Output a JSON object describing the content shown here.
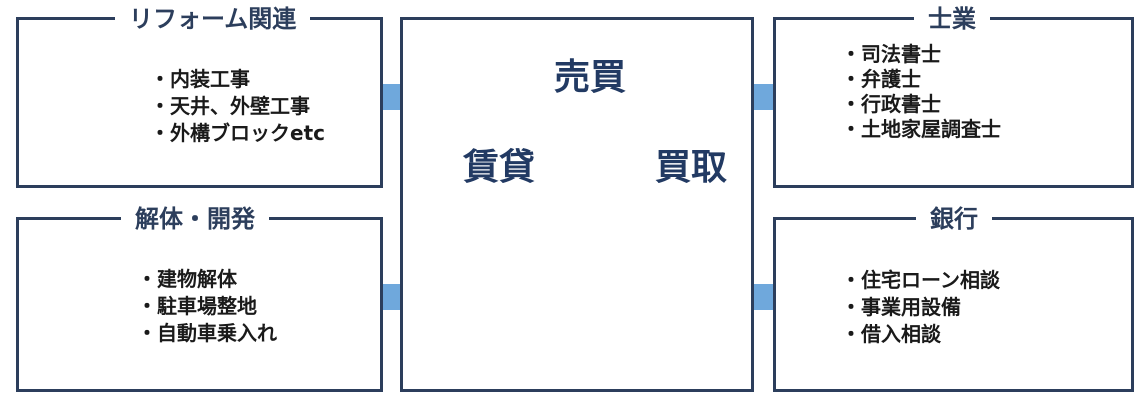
{
  "reform": {
    "title": "リフォーム関連",
    "items": [
      "・内装工事",
      "・天井、外壁工事",
      "・外構ブロックetc"
    ]
  },
  "demolition": {
    "title": "解体・開発",
    "items": [
      "・建物解体",
      "・駐車場整地",
      "・自動車乗入れ"
    ]
  },
  "professionals": {
    "title": "士業",
    "items": [
      "・司法書士",
      "・弁護士",
      "・行政書士",
      "・土地家屋調査士"
    ]
  },
  "bank": {
    "title": "銀行",
    "items": [
      "・住宅ローン相談",
      "・事業用設備",
      "・借入相談"
    ]
  },
  "center": {
    "buy_sell": "売買",
    "rent": "賃貸",
    "purchase": "買取"
  },
  "colors": {
    "border": "#2c3e5c",
    "arrow": "#6fa8dc",
    "ring": "#ebe6d5",
    "center_text": "#223a63",
    "figure_yellow": "#f3cf1f"
  },
  "icons": [
    "worker-with-plans-icon",
    "worker-fist-icon",
    "traffic-cone-icon",
    "people-meeting-icon",
    "businessman-icon",
    "banker-woman-icon",
    "calculator-icon"
  ]
}
